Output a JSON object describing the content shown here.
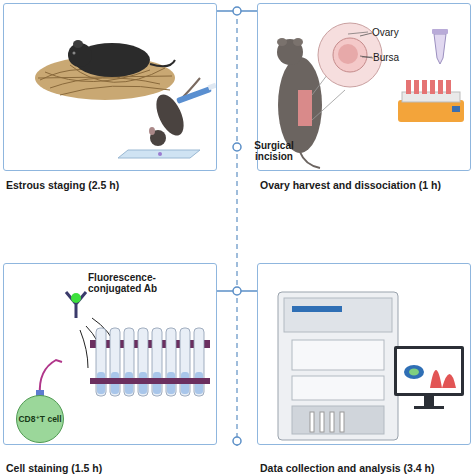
{
  "diagram": {
    "nodes": [
      {
        "text": [
          "Estrous staging (2.5 h)"
        ]
      },
      {
        "text": [
          "Ovary harvest and dissociation (1 h)"
        ]
      },
      {
        "text": [
          "Cell staining (1.5 h)"
        ]
      },
      {
        "text": [
          "CD8⁺T cell"
        ],
        "in": 2
      },
      {
        "text": [
          "Data collection and analysis (3.4 h)"
        ]
      }
    ],
    "edges": [
      {
        "from": 0,
        "to": 1,
        "arrow": "none"
      },
      {
        "from": 2,
        "to": 4,
        "arrow": "none"
      }
    ],
    "labels": [
      "Ovary",
      "Bursa",
      "Surgical incision",
      "Fluorescence-conjugated Ab"
    ]
  }
}
